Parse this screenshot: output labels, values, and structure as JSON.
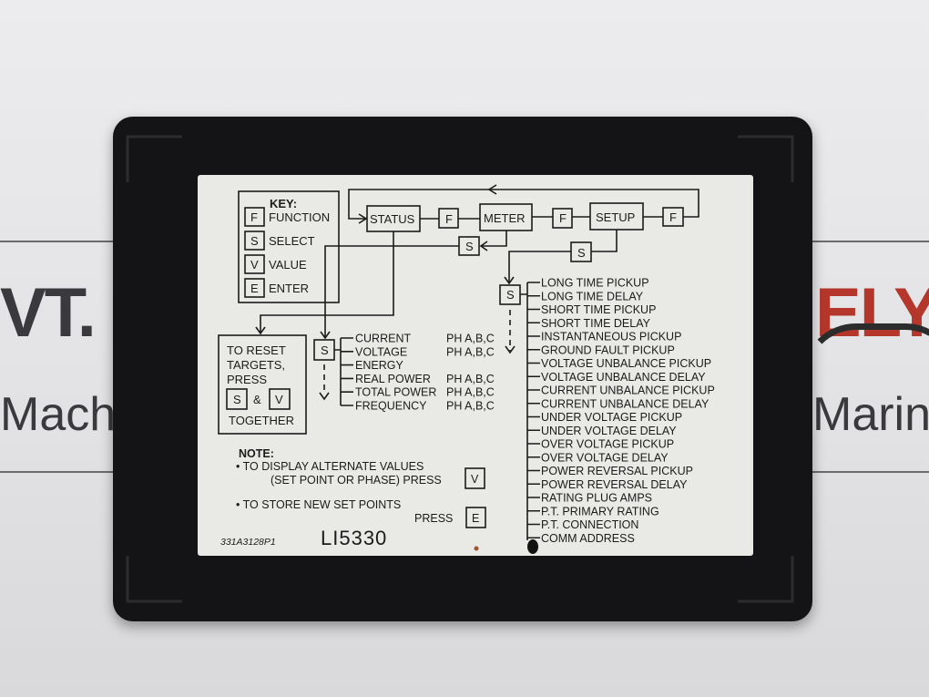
{
  "background_text": {
    "left_top": "VT.",
    "left_bottom": "Mach",
    "right_top": "ELY",
    "right_bottom": "Marin"
  },
  "key": {
    "title": "KEY:",
    "items": [
      {
        "key": "F",
        "label": "FUNCTION"
      },
      {
        "key": "S",
        "label": "SELECT"
      },
      {
        "key": "V",
        "label": "VALUE"
      },
      {
        "key": "E",
        "label": "ENTER"
      }
    ]
  },
  "flow": {
    "status": "STATUS",
    "meter": "METER",
    "setup": "SETUP",
    "f": "F",
    "s": "S"
  },
  "reset": {
    "line1": "TO RESET",
    "line2": "TARGETS,",
    "line3": "PRESS",
    "key1": "S",
    "amp": "&",
    "key2": "V",
    "line4": "TOGETHER"
  },
  "meter_items": [
    {
      "label": "CURRENT",
      "phase": "PH A,B,C"
    },
    {
      "label": "VOLTAGE",
      "phase": "PH A,B,C"
    },
    {
      "label": "ENERGY",
      "phase": ""
    },
    {
      "label": "REAL POWER",
      "phase": "PH A,B,C"
    },
    {
      "label": "TOTAL POWER",
      "phase": "PH A,B,C"
    },
    {
      "label": "FREQUENCY",
      "phase": "PH A,B,C"
    }
  ],
  "setup_items": [
    "LONG TIME PICKUP",
    "LONG TIME DELAY",
    "SHORT TIME PICKUP",
    "SHORT TIME DELAY",
    "INSTANTANEOUS PICKUP",
    "GROUND FAULT PICKUP",
    "VOLTAGE UNBALANCE PICKUP",
    "VOLTAGE UNBALANCE DELAY",
    "CURRENT UNBALANCE PICKUP",
    "CURRENT UNBALANCE DELAY",
    "UNDER VOLTAGE PICKUP",
    "UNDER VOLTAGE DELAY",
    "OVER VOLTAGE PICKUP",
    "OVER VOLTAGE DELAY",
    "POWER REVERSAL PICKUP",
    "POWER REVERSAL DELAY",
    "RATING PLUG AMPS",
    "P.T. PRIMARY RATING",
    "P.T. CONNECTION",
    "COMM ADDRESS"
  ],
  "note": {
    "title": "NOTE:",
    "line1": "• TO DISPLAY ALTERNATE VALUES",
    "line2": "(SET POINT OR PHASE) PRESS",
    "key1": "V",
    "line3": "• TO STORE NEW SET POINTS",
    "line4": "PRESS",
    "key2": "E"
  },
  "part_number": "331A3128P1",
  "handwritten": "LI5330"
}
